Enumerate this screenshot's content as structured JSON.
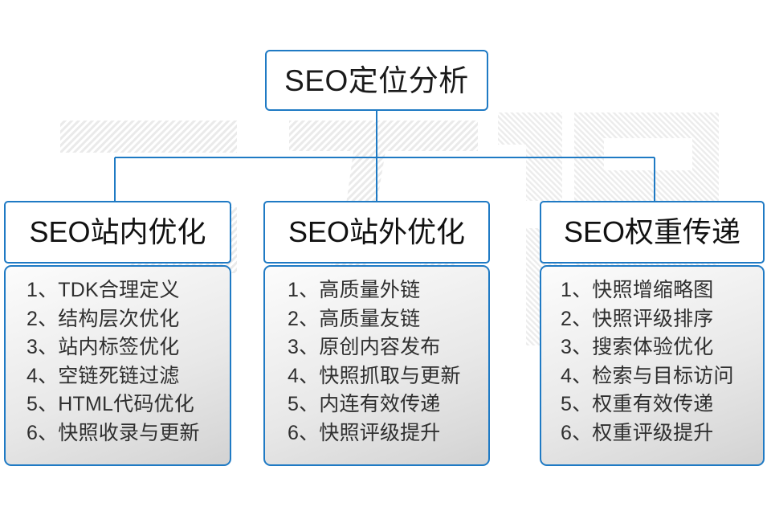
{
  "diagram": {
    "title": "SEO定位分析",
    "root": {
      "label": "SEO定位分析"
    },
    "branches": [
      {
        "header": "SEO站内优化",
        "items": [
          "1、TDK合理定义",
          "2、结构层次优化",
          "3、站内标签优化",
          "4、空链死链过滤",
          "5、HTML代码优化",
          "6、快照收录与更新"
        ]
      },
      {
        "header": "SEO站外优化",
        "items": [
          "1、高质量外链",
          "2、高质量友链",
          "3、原创内容发布",
          "4、快照抓取与更新",
          "5、内连有效传递",
          "6、快照评级提升"
        ]
      },
      {
        "header": "SEO权重传递",
        "items": [
          "1、快照增缩略图",
          "2、快照评级排序",
          "3、搜索体验优化",
          "4、检索与目标访问",
          "5、权重有效传递",
          "6、权重评级提升"
        ]
      }
    ],
    "watermark": {
      "text": "云无限",
      "color": "#ebebeb"
    },
    "colors": {
      "border": "#1f7ac4",
      "connector": "#1f7ac4",
      "text": "#1a1a1a",
      "item_text": "#2f2f2f",
      "background": "#ffffff",
      "body_gradient_top": "#fcfcfc",
      "body_gradient_bottom": "#d2d2d2"
    }
  }
}
